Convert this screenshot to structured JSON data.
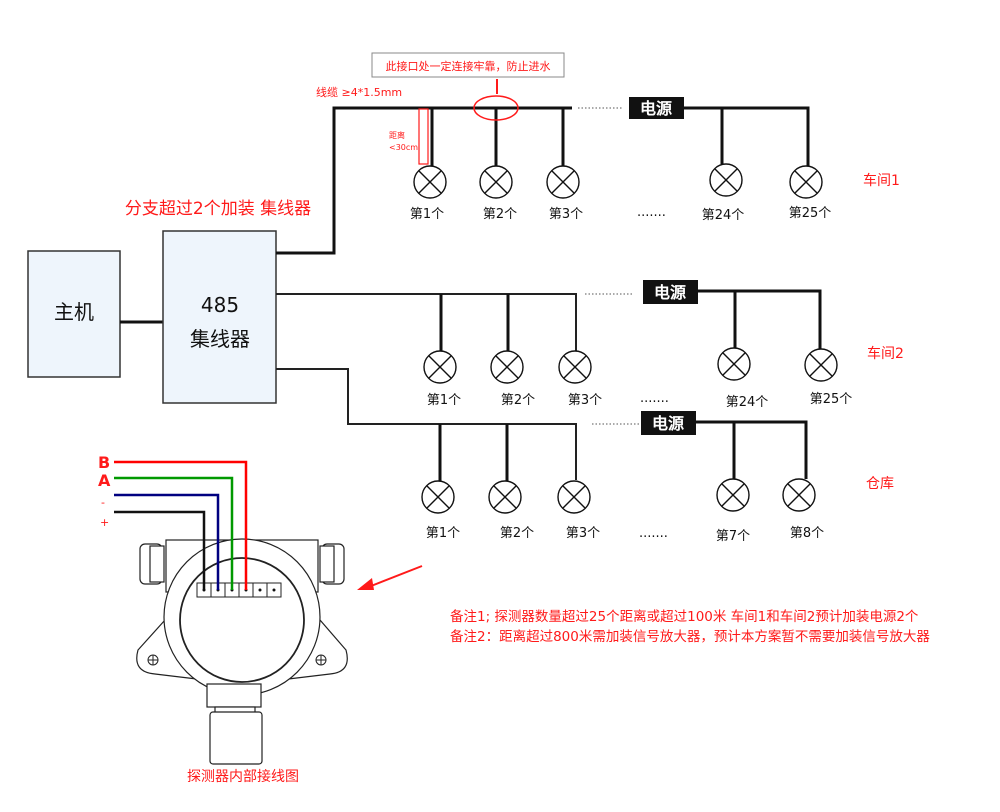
{
  "callout": "此接口处一定连接牢靠，防止进水",
  "cable_spec": "线缆 ≥4*1.5mm",
  "distance_note": {
    "line1": "距离",
    "line2": "<30cm"
  },
  "hub_note": "分支超过2个加装 集线器",
  "host": {
    "label": "主机"
  },
  "hub": {
    "line1": "485",
    "line2": "集线器"
  },
  "power_label": "电源",
  "ellipsis": ".......",
  "branches": [
    {
      "name": "车间1",
      "labels": [
        "第1个",
        "第2个",
        "第3个",
        "第24个",
        "第25个"
      ]
    },
    {
      "name": "车间2",
      "labels": [
        "第1个",
        "第2个",
        "第3个",
        "第24个",
        "第25个"
      ]
    },
    {
      "name": "仓库",
      "labels": [
        "第1个",
        "第2个",
        "第3个",
        "第7个",
        "第8个"
      ]
    }
  ],
  "wiring": {
    "terminals": [
      {
        "label": "B",
        "color": "#ff0000"
      },
      {
        "label": "A",
        "color": "#009900"
      },
      {
        "label": "-",
        "color": "#000080"
      },
      {
        "label": "+",
        "color": "#111111"
      }
    ],
    "caption": "探测器内部接线图"
  },
  "notes": [
    "备注1; 探测器数量超过25个距离或超过100米 车间1和车间2预计加装电源2个",
    "备注2：距离超过800米需加装信号放大器，预计本方案暂不需要加装信号放大器"
  ],
  "colors": {
    "accent_red": "#ff1a1a",
    "hub_fill": "#eef5fc"
  }
}
